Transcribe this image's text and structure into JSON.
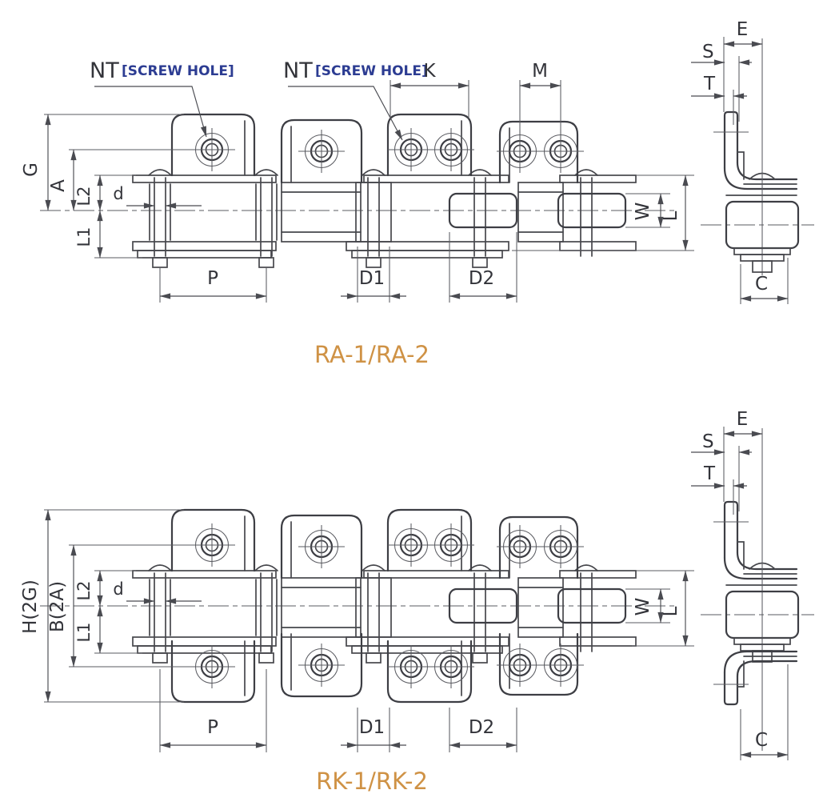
{
  "colors": {
    "line": "#3d3e44",
    "thin_line": "#5a5b61",
    "text": "#33343a",
    "callout_blue": "#2c3c92",
    "caption_orange": "#cf9245",
    "background": "#ffffff"
  },
  "top_drawing": {
    "caption": "RA-1/RA-2",
    "callouts": {
      "nt1_label": "NT",
      "nt1_note": "[SCREW HOLE]",
      "nt2_label": "NT",
      "nt2_note": "[SCREW HOLE]"
    },
    "dims": {
      "K": "K",
      "M": "M",
      "G": "G",
      "A": "A",
      "L2": "L2",
      "L1": "L1",
      "d": "d",
      "P": "P",
      "D1": "D1",
      "D2": "D2",
      "W": "W",
      "L": "L",
      "E": "E",
      "S": "S",
      "T": "T",
      "C": "C"
    }
  },
  "bottom_drawing": {
    "caption": "RK-1/RK-2",
    "dims": {
      "H": "H(2G)",
      "B": "B(2A)",
      "L2": "L2",
      "L1": "L1",
      "d": "d",
      "P": "P",
      "D1": "D1",
      "D2": "D2",
      "W": "W",
      "L": "L",
      "E": "E",
      "S": "S",
      "T": "T",
      "C": "C"
    }
  }
}
